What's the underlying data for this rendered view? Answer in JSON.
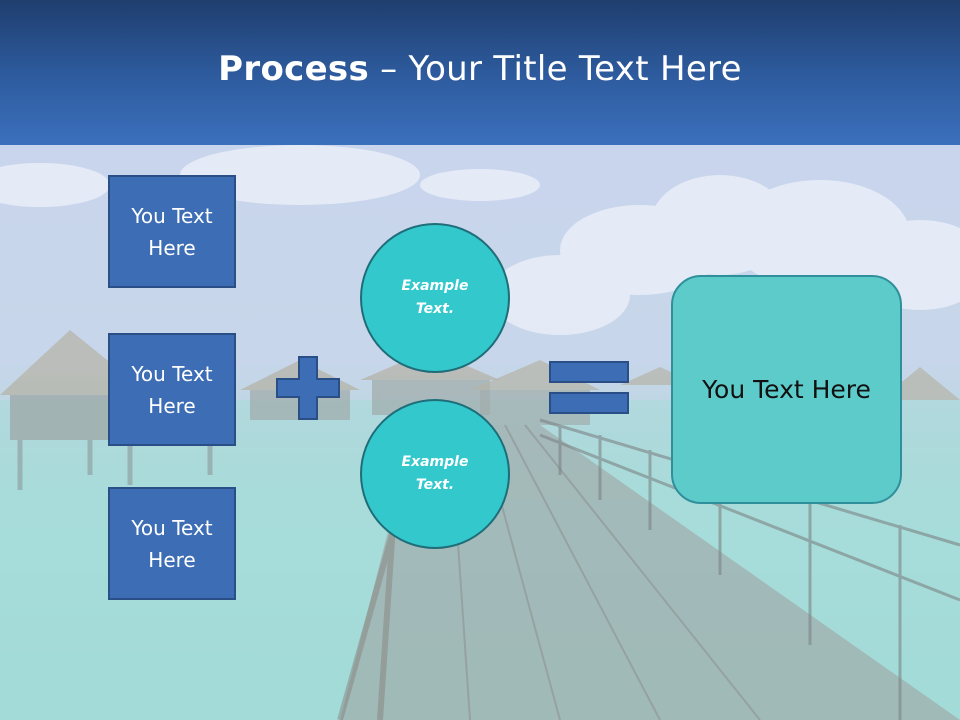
{
  "slide": {
    "title_bold": "Process",
    "title_rest": " – Your Title Text Here",
    "left_boxes": [
      {
        "line1": "You Text",
        "line2": "Here"
      },
      {
        "line1": "You Text",
        "line2": "Here"
      },
      {
        "line1": "You Text",
        "line2": "Here"
      }
    ],
    "circles": [
      {
        "line1": "Example",
        "line2": "Text."
      },
      {
        "line1": "Example",
        "line2": "Text."
      }
    ],
    "result_text": "You Text Here",
    "plus_icon": "plus-icon",
    "equals_icon": "equals-icon",
    "colors": {
      "title_band": "#2d5a9c",
      "box_fill": "#3d6db5",
      "circle_fill": "#33c8cc",
      "result_fill": "#5ecbcb",
      "operator_fill": "#3d6db5"
    }
  }
}
